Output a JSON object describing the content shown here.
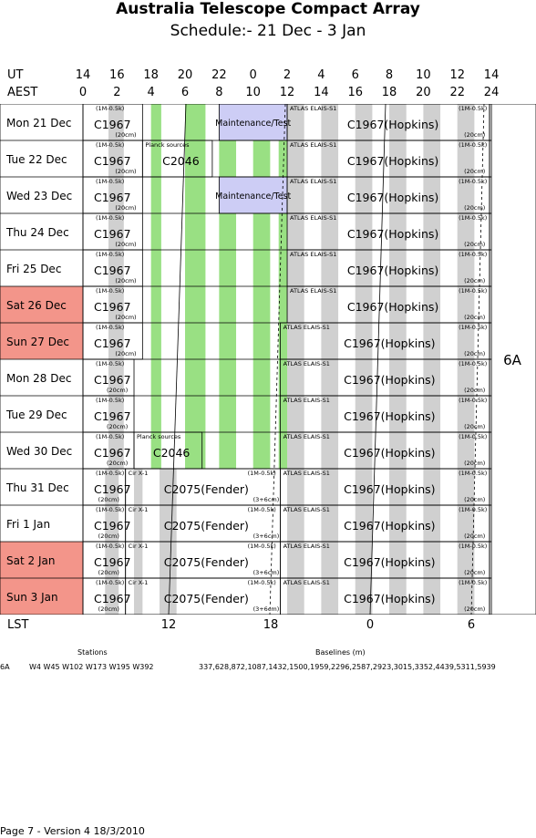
{
  "title": "Australia Telescope Compact Array",
  "subtitle": "Schedule:- 21 Dec - 3  Jan",
  "header": {
    "ut_label": "UT",
    "aest_label": "AEST",
    "ut_ticks": [
      "14",
      "16",
      "18",
      "20",
      "22",
      "0",
      "2",
      "4",
      "6",
      "8",
      "10",
      "12",
      "14"
    ],
    "aest_ticks": [
      "0",
      "2",
      "4",
      "6",
      "8",
      "10",
      "12",
      "14",
      "16",
      "18",
      "20",
      "22",
      "24"
    ]
  },
  "lst": {
    "label": "LST",
    "ticks": [
      "12",
      "18",
      "0",
      "6"
    ]
  },
  "config_label": "6A",
  "days": [
    {
      "label": "Mon  21 Dec",
      "weekend": false
    },
    {
      "label": "Tue  22 Dec",
      "weekend": false
    },
    {
      "label": "Wed  23 Dec",
      "weekend": false
    },
    {
      "label": "Thu  24 Dec",
      "weekend": false
    },
    {
      "label": "Fri    25 Dec",
      "weekend": false
    },
    {
      "label": "Sat  26 Dec",
      "weekend": true
    },
    {
      "label": "Sun  27 Dec",
      "weekend": true
    },
    {
      "label": "Mon  28 Dec",
      "weekend": false
    },
    {
      "label": "Tue  29 Dec",
      "weekend": false
    },
    {
      "label": "Wed  30 Dec",
      "weekend": false
    },
    {
      "label": "Thu  31 Dec",
      "weekend": false
    },
    {
      "label": "Fri     1  Jan",
      "weekend": false
    },
    {
      "label": "Sat    2  Jan",
      "weekend": true
    },
    {
      "label": "Sun   3  Jan",
      "weekend": true
    }
  ],
  "rows": [
    {
      "blocks": [
        {
          "type": "obs",
          "start": 14.0,
          "end": 17.5,
          "main": "C1967",
          "top": "(1M-0.5k)",
          "bottom": "(20cm)"
        },
        {
          "type": "maint",
          "start": 22.0,
          "end": 26.0,
          "main": "Maintenance/Test"
        },
        {
          "type": "obs",
          "start": 26.0,
          "end": 38.0,
          "main": "C1967(Hopkins)",
          "top": "ATLAS ELAIS-S1",
          "top2": "(1M-0.5k)",
          "bottom": "(20cm)"
        }
      ]
    },
    {
      "blocks": [
        {
          "type": "obs",
          "start": 14.0,
          "end": 17.5,
          "main": "C1967",
          "top": "(1M-0.5k)",
          "bottom": "(20cm)"
        },
        {
          "type": "obs",
          "start": 17.5,
          "end": 21.6,
          "main": "C2046",
          "top": "Planck sources"
        },
        {
          "type": "obs",
          "start": 26.0,
          "end": 38.0,
          "main": "C1967(Hopkins)",
          "top": "ATLAS ELAIS-S1",
          "top2": "(1M-0.5k)",
          "bottom": "(20cm)"
        }
      ]
    },
    {
      "blocks": [
        {
          "type": "obs",
          "start": 14.0,
          "end": 17.5,
          "main": "C1967",
          "top": "(1M-0.5k)",
          "bottom": "(20cm)"
        },
        {
          "type": "maint",
          "start": 22.0,
          "end": 26.0,
          "main": "Maintenance/Test"
        },
        {
          "type": "obs",
          "start": 26.0,
          "end": 38.0,
          "main": "C1967(Hopkins)",
          "top": "ATLAS ELAIS-S1",
          "top2": "(1M-0.5k)",
          "bottom": "(20cm)"
        }
      ]
    },
    {
      "blocks": [
        {
          "type": "obs",
          "start": 14.0,
          "end": 17.5,
          "main": "C1967",
          "top": "(1M-0.5k)",
          "bottom": "(20cm)"
        },
        {
          "type": "obs",
          "start": 26.0,
          "end": 38.0,
          "main": "C1967(Hopkins)",
          "top": "ATLAS ELAIS-S1",
          "top2": "(1M-0.5k)",
          "bottom": "(20cm)"
        }
      ]
    },
    {
      "blocks": [
        {
          "type": "obs",
          "start": 14.0,
          "end": 17.5,
          "main": "C1967",
          "top": "(1M-0.5k)",
          "bottom": "(20cm)"
        },
        {
          "type": "obs",
          "start": 26.0,
          "end": 38.0,
          "main": "C1967(Hopkins)",
          "top": "ATLAS ELAIS-S1",
          "top2": "(1M-0.5k)",
          "bottom": "(20cm)"
        }
      ]
    },
    {
      "blocks": [
        {
          "type": "obs",
          "start": 14.0,
          "end": 17.5,
          "main": "C1967",
          "top": "(1M-0.5k)",
          "bottom": "(20cm)"
        },
        {
          "type": "obs",
          "start": 26.0,
          "end": 38.0,
          "main": "C1967(Hopkins)",
          "top": "ATLAS ELAIS-S1",
          "top2": "(1M-0.5k)",
          "bottom": "(20cm)"
        }
      ]
    },
    {
      "blocks": [
        {
          "type": "obs",
          "start": 14.0,
          "end": 17.5,
          "main": "C1967",
          "top": "(1M-0.5k)",
          "bottom": "(20cm)"
        },
        {
          "type": "obs",
          "start": 25.6,
          "end": 38.0,
          "main": "C1967(Hopkins)",
          "top": "ATLAS ELAIS-S1",
          "top2": "(1M-0.5k)",
          "bottom": "(20cm)"
        }
      ]
    },
    {
      "blocks": [
        {
          "type": "obs",
          "start": 14.0,
          "end": 17.0,
          "main": "C1967",
          "top": "(1M-0.5k)",
          "bottom": "(20cm)"
        },
        {
          "type": "obs",
          "start": 25.6,
          "end": 38.0,
          "main": "C1967(Hopkins)",
          "top": "ATLAS ELAIS-S1",
          "top2": "(1M-0.5k)",
          "bottom": "(20cm)"
        }
      ]
    },
    {
      "blocks": [
        {
          "type": "obs",
          "start": 14.0,
          "end": 17.0,
          "main": "C1967",
          "top": "(1M-0.5k)",
          "bottom": "(20cm)"
        },
        {
          "type": "obs",
          "start": 25.6,
          "end": 38.0,
          "main": "C1967(Hopkins)",
          "top": "ATLAS ELAIS-S1",
          "top2": "(1M-0.5k)",
          "bottom": "(20cm)"
        }
      ]
    },
    {
      "blocks": [
        {
          "type": "obs",
          "start": 14.0,
          "end": 17.0,
          "main": "C1967",
          "top": "(1M-0.5k)",
          "bottom": "(20cm)"
        },
        {
          "type": "obs",
          "start": 17.0,
          "end": 21.0,
          "main": "C2046",
          "top": "Planck sources"
        },
        {
          "type": "obs",
          "start": 25.6,
          "end": 38.0,
          "main": "C1967(Hopkins)",
          "top": "ATLAS ELAIS-S1",
          "top2": "(1M-0.5k)",
          "bottom": "(20cm)"
        }
      ]
    },
    {
      "blocks": [
        {
          "type": "obs",
          "start": 14.0,
          "end": 16.5,
          "main": "C1967",
          "top": "(1M-0.5k)",
          "bottom": "(20cm)"
        },
        {
          "type": "obs",
          "start": 16.5,
          "end": 25.6,
          "main": "C2075(Fender)",
          "top": "Cir X-1",
          "top2": "(1M-0.5k)",
          "bottom": "(3+6cm)"
        },
        {
          "type": "obs",
          "start": 25.6,
          "end": 38.0,
          "main": "C1967(Hopkins)",
          "top": "ATLAS ELAIS-S1",
          "top2": "(1M-0.5k)",
          "bottom": "(20cm)"
        }
      ]
    },
    {
      "blocks": [
        {
          "type": "obs",
          "start": 14.0,
          "end": 16.5,
          "main": "C1967",
          "top": "(1M-0.5k)",
          "bottom": "(20cm)"
        },
        {
          "type": "obs",
          "start": 16.5,
          "end": 25.6,
          "main": "C2075(Fender)",
          "top": "Cir X-1",
          "top2": "(1M-0.5k)",
          "bottom": "(3+6cm)"
        },
        {
          "type": "obs",
          "start": 25.6,
          "end": 38.0,
          "main": "C1967(Hopkins)",
          "top": "ATLAS ELAIS-S1",
          "top2": "(1M-0.5k)",
          "bottom": "(20cm)"
        }
      ]
    },
    {
      "blocks": [
        {
          "type": "obs",
          "start": 14.0,
          "end": 16.5,
          "main": "C1967",
          "top": "(1M-0.5k)",
          "bottom": "(20cm)"
        },
        {
          "type": "obs",
          "start": 16.5,
          "end": 25.6,
          "main": "C2075(Fender)",
          "top": "Cir X-1",
          "top2": "(1M-0.5k)",
          "bottom": "(3+6cm)"
        },
        {
          "type": "obs",
          "start": 25.6,
          "end": 38.0,
          "main": "C1967(Hopkins)",
          "top": "ATLAS ELAIS-S1",
          "top2": "(1M-0.5k)",
          "bottom": "(20cm)"
        }
      ]
    },
    {
      "blocks": [
        {
          "type": "obs",
          "start": 14.0,
          "end": 16.5,
          "main": "C1967",
          "top": "(1M-0.5k)",
          "bottom": "(20cm)"
        },
        {
          "type": "obs",
          "start": 16.5,
          "end": 25.6,
          "main": "C2075(Fender)",
          "top": "Cir X-1",
          "top2": "(1M-0.5k)",
          "bottom": "(3+6cm)"
        },
        {
          "type": "obs",
          "start": 25.6,
          "end": 38.0,
          "main": "C1967(Hopkins)",
          "top": "ATLAS ELAIS-S1",
          "top2": "(1M-0.5k)",
          "bottom": "(20cm)"
        }
      ]
    }
  ],
  "colors": {
    "grey": "#d0d0d0",
    "green": "#99e083",
    "maintenance": "#cdcdf5",
    "weekend": "#f3958a"
  },
  "footer": {
    "stations_label": "Stations",
    "baselines_label": "Baselines (m)",
    "config": "6A",
    "stations": "W4 W45 W102 W173 W195 W392",
    "baselines": "337,628,872,1087,1432,1500,1959,2296,2587,2923,3015,3352,4439,5311,5939",
    "page": "Page 7 - Version 4  18/3/2010"
  }
}
